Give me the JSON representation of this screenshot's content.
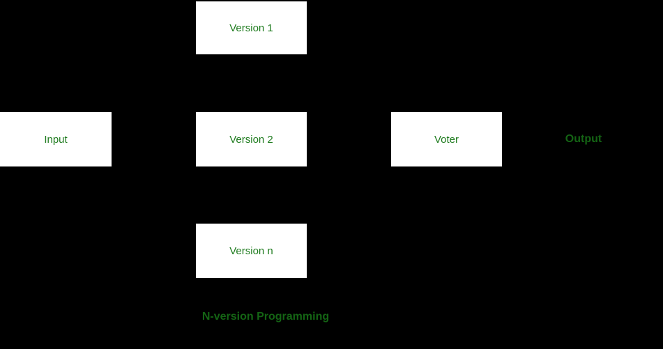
{
  "diagram": {
    "caption": "N-version Programming",
    "colors": {
      "background": "#000000",
      "box_fill": "#ffffff",
      "box_label_green": "#1e7b1e",
      "bold_label_green": "#146414"
    },
    "nodes": [
      {
        "id": "input",
        "label": "Input"
      },
      {
        "id": "version-1",
        "label": "Version 1"
      },
      {
        "id": "version-2",
        "label": "Version 2"
      },
      {
        "id": "version-n",
        "label": "Version n"
      },
      {
        "id": "voter",
        "label": "Voter"
      }
    ],
    "output_label": "Output"
  }
}
